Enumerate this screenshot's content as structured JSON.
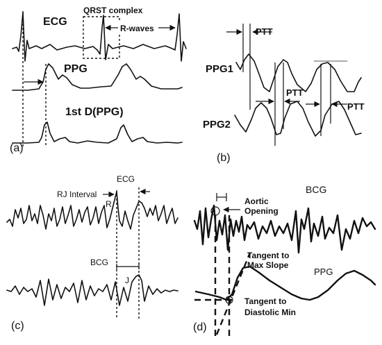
{
  "panels": {
    "a": {
      "tag": "(a)",
      "ecg_label": "ECG",
      "qrst_label": "QRST complex",
      "rwaves_label": "R-waves",
      "ppg_label": "PPG",
      "dppg_label": "1st D(PPG)"
    },
    "b": {
      "tag": "(b)",
      "ptt_top": "PTT",
      "ppg1_label": "PPG1",
      "ppg2_label": "PPG2",
      "ptt_mid": "PTT",
      "ptt_right": "PTT"
    },
    "c": {
      "tag": "(c)",
      "ecg_label": "ECG",
      "rj_label": "RJ Interval",
      "r_label": "R",
      "bcg_label": "BCG",
      "j_label": "J"
    },
    "d": {
      "tag": "(d)",
      "aortic_label_1": "Aortic",
      "aortic_label_2": "Opening",
      "bcg_label": "BCG",
      "tangent_max_1": "Tangent to",
      "tangent_max_2": "Max Slope",
      "ppg_label": "PPG",
      "tangent_dia_1": "Tangent to",
      "tangent_dia_2": "Diastolic Min"
    }
  }
}
